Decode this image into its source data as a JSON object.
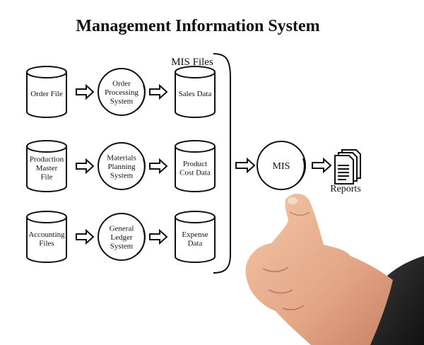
{
  "title": "Management Information System",
  "rows": [
    {
      "source": [
        "Order File"
      ],
      "process": [
        "Order",
        "Processing",
        "System"
      ],
      "output": [
        "Sales Data"
      ]
    },
    {
      "source": [
        "Production",
        "Master",
        "File"
      ],
      "process": [
        "Materials",
        "Planning",
        "System"
      ],
      "output": [
        "Product",
        "Cost Data"
      ]
    },
    {
      "source": [
        "Accounting",
        "Files"
      ],
      "process": [
        "General",
        "Ledger",
        "System"
      ],
      "output": [
        "Expense",
        "Data"
      ]
    }
  ],
  "mis_files_label": "MIS Files",
  "mis_label": "MIS",
  "reports_label": "Reports",
  "icons": {
    "reports": "documents-stack-icon",
    "hand": "pointing-hand-illustration"
  }
}
